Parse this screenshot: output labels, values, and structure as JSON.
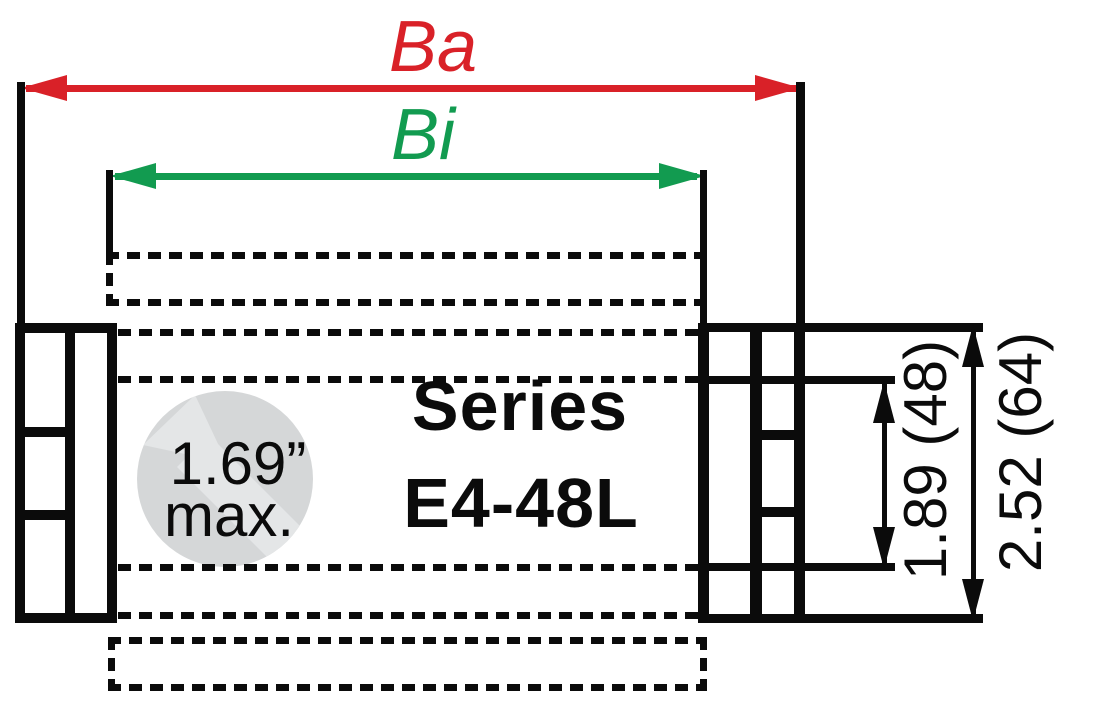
{
  "labels": {
    "ba": "Ba",
    "bi": "Bi"
  },
  "series": {
    "line1": "Series",
    "line2": "E4-48L"
  },
  "inner_note": {
    "line1": "1.69”",
    "line2": "max."
  },
  "dimensions": {
    "inner_height": "1.89 (48)",
    "outer_height": "2.52 (64)"
  },
  "colors": {
    "ba_arrow": "#d92128",
    "bi_arrow": "#129b50",
    "line_black": "#0b0b0b",
    "watermark_circle": "#d5d7d8",
    "watermark_arrow": "#e4e6e7"
  }
}
